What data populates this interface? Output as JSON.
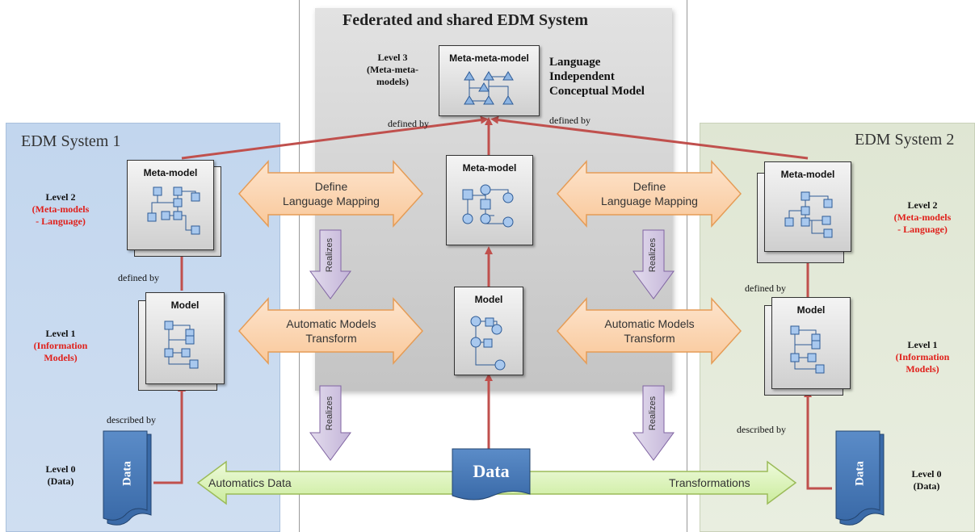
{
  "center": {
    "title": "Federated and shared EDM System"
  },
  "left_system": {
    "title": "EDM System 1"
  },
  "right_system": {
    "title": "EDM System 2"
  },
  "level3": {
    "label_line1": "Level 3",
    "label_line2": "(Meta-meta-",
    "label_line3": "models)",
    "box_title": "Meta-meta-model",
    "description_line1": "Language",
    "description_line2": "Independent",
    "description_line3": "Conceptual Model",
    "defined_by_left": "defined by",
    "defined_by_right": "defined by"
  },
  "level2": {
    "label": "Level 2",
    "sub_line1": "(Meta-models",
    "sub_line2": "- Language)",
    "box_title": "Meta-model"
  },
  "level1": {
    "label": "Level 1",
    "sub_line1": "(Information",
    "sub_line2": "Models)",
    "box_title": "Model"
  },
  "level0": {
    "label": "Level 0",
    "sub": "(Data)",
    "data_text": "Data"
  },
  "connectors": {
    "defined_by": "defined by",
    "described_by": "described by"
  },
  "arrows": {
    "define_mapping_line1": "Define",
    "define_mapping_line2": "Language Mapping",
    "transform_line1": "Automatic Models",
    "transform_line2": "Transform",
    "realizes": "Realizes"
  },
  "bottom_bar": {
    "left_text": "Automatics Data",
    "right_text": "Transformations",
    "center_data": "Data"
  },
  "colors": {
    "left_panel": "#c7d9ef",
    "right_panel": "#e4eadb",
    "center_panel": "#d2d2d2",
    "red_arrow": "#c0504d",
    "orange_arrow": "#fbd5b5",
    "purple_arrow": "#ccc0da",
    "green_arrow": "#d7f0b1",
    "data_doc": "#4f81bd",
    "red_text": "#e0201b"
  }
}
